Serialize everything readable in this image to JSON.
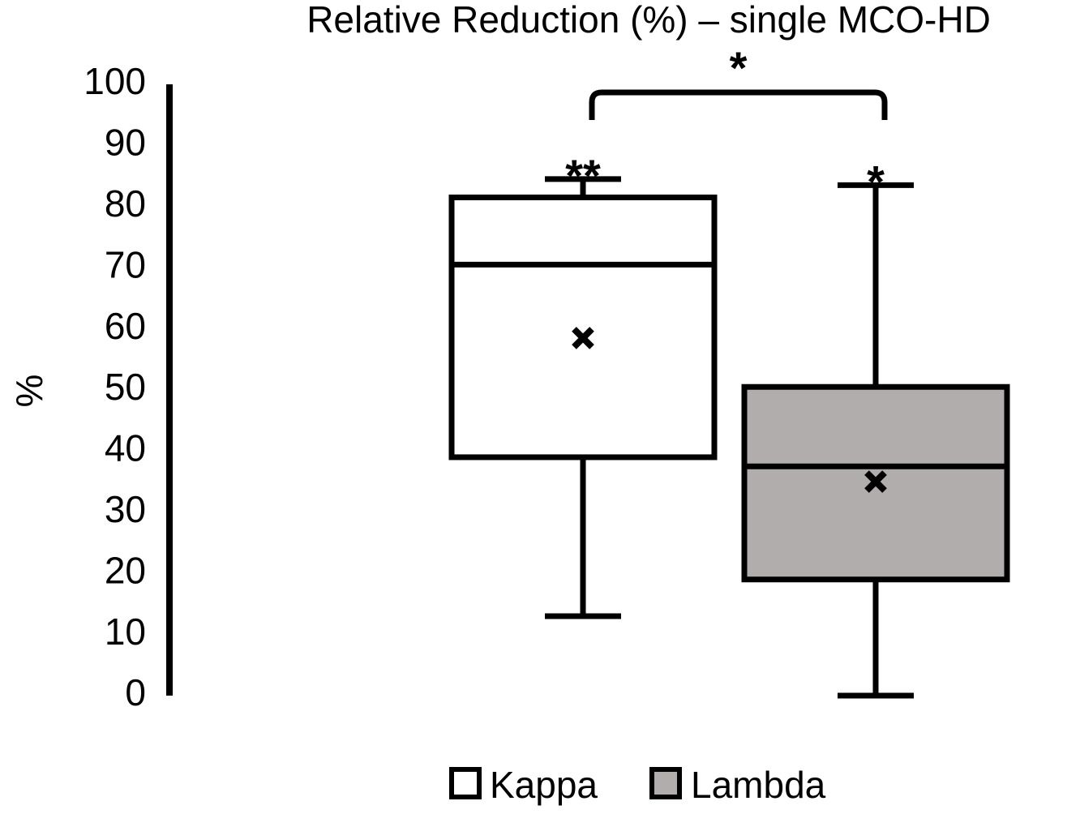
{
  "chart_data": {
    "type": "box",
    "title": "Relative Reduction (%) – single MCO-HD",
    "ylabel": "%",
    "ylim": [
      0,
      100
    ],
    "yticks": [
      0,
      10,
      20,
      30,
      40,
      50,
      60,
      70,
      80,
      90,
      100
    ],
    "grid": false,
    "legend_position": "bottom",
    "series": [
      {
        "name": "Kappa",
        "min": 13,
        "q1": 39,
        "median": 70.5,
        "q3": 81.5,
        "max": 84.5,
        "mean": 58.5,
        "significance": "**",
        "color": "#ffffff"
      },
      {
        "name": "Lambda",
        "min": 0,
        "q1": 19,
        "median": 37.5,
        "q3": 50.5,
        "max": 83.5,
        "mean": 35,
        "significance": "*",
        "color": "#b0adac"
      }
    ],
    "comparison": {
      "label": "*"
    }
  }
}
